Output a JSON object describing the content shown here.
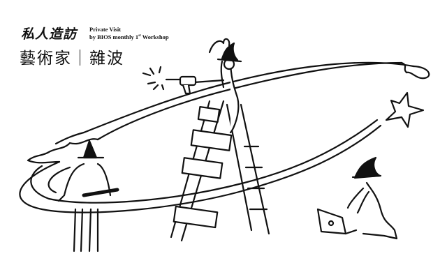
{
  "header": {
    "series_name": "私人造訪",
    "series_en_line1": "Private Visit",
    "series_en_line2_prefix": "by BIOS monthly 1",
    "series_en_line2_sup": "st",
    "series_en_line2_suffix": " Workshop"
  },
  "title": "藝術家｜雜波",
  "illustration": {
    "figures": [
      {
        "name": "witch-with-wrench",
        "action": "holding wrench"
      },
      {
        "name": "witch-on-ladder",
        "action": "using drill"
      },
      {
        "name": "witch-with-laptop",
        "action": "kneeling at laptop"
      }
    ],
    "objects": [
      "ladder",
      "orbit-ring",
      "star",
      "drill",
      "wrench",
      "laptop"
    ],
    "colors": {
      "ink": "#111111",
      "background": "#ffffff"
    }
  }
}
